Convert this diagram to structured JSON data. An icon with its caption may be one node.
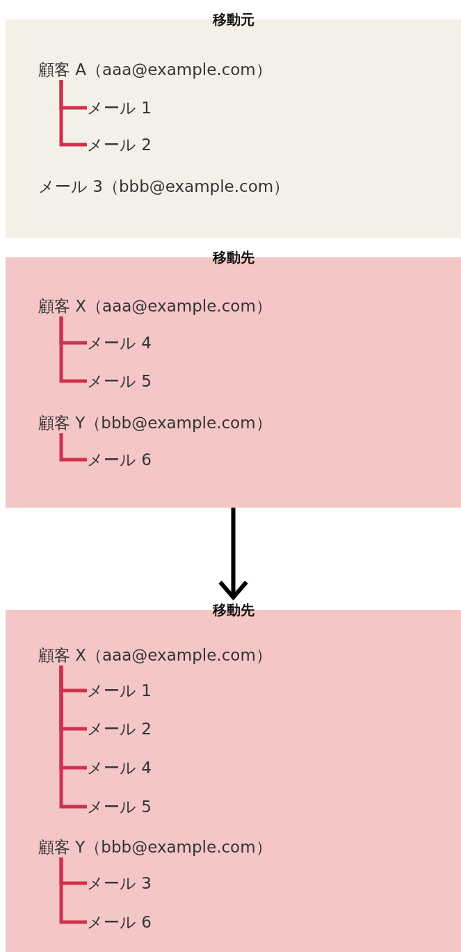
{
  "diagram": {
    "nodes": [
      {
        "text": [
          "移動元"
        ]
      },
      {
        "text": [
          "顧客 A（aaa@example.com）"
        ],
        "in": 0
      },
      {
        "text": [
          "メール 1"
        ],
        "in": 0
      },
      {
        "text": [
          "メール 2"
        ],
        "in": 0
      },
      {
        "text": [
          "メール 3（bbb@example.com）"
        ],
        "in": 0
      },
      {
        "text": [
          "移動先"
        ]
      },
      {
        "text": [
          "顧客 X（aaa@example.com）"
        ],
        "in": 5
      },
      {
        "text": [
          "メール 4"
        ],
        "in": 5
      },
      {
        "text": [
          "メール 5"
        ],
        "in": 5
      },
      {
        "text": [
          "顧客 Y（bbb@example.com）"
        ],
        "in": 5
      },
      {
        "text": [
          "メール 6"
        ],
        "in": 5
      },
      {
        "text": [
          "移動先"
        ]
      },
      {
        "text": [
          "顧客 X（aaa@example.com）"
        ],
        "in": 11
      },
      {
        "text": [
          "メール 1"
        ],
        "in": 11
      },
      {
        "text": [
          "メール 2"
        ],
        "in": 11
      },
      {
        "text": [
          "メール 4"
        ],
        "in": 11
      },
      {
        "text": [
          "メール 5"
        ],
        "in": 11
      },
      {
        "text": [
          "顧客 Y（bbb@example.com）"
        ],
        "in": 11
      },
      {
        "text": [
          "メール 3"
        ],
        "in": 11
      },
      {
        "text": [
          "メール 6"
        ],
        "in": 11
      }
    ],
    "edges": [
      {
        "from": 1,
        "to": 2,
        "arrow": "none"
      },
      {
        "from": 1,
        "to": 3,
        "arrow": "none"
      },
      {
        "from": 6,
        "to": 7,
        "arrow": "none"
      },
      {
        "from": 6,
        "to": 8,
        "arrow": "none"
      },
      {
        "from": 9,
        "to": 10,
        "arrow": "none"
      },
      {
        "from": 12,
        "to": 13,
        "arrow": "none"
      },
      {
        "from": 12,
        "to": 14,
        "arrow": "none"
      },
      {
        "from": 12,
        "to": 15,
        "arrow": "none"
      },
      {
        "from": 12,
        "to": 16,
        "arrow": "none"
      },
      {
        "from": 17,
        "to": 18,
        "arrow": "none"
      },
      {
        "from": 17,
        "to": 19,
        "arrow": "none"
      },
      {
        "from": 5,
        "to": 11,
        "arrow": "to",
        "color": "#000000"
      }
    ]
  }
}
